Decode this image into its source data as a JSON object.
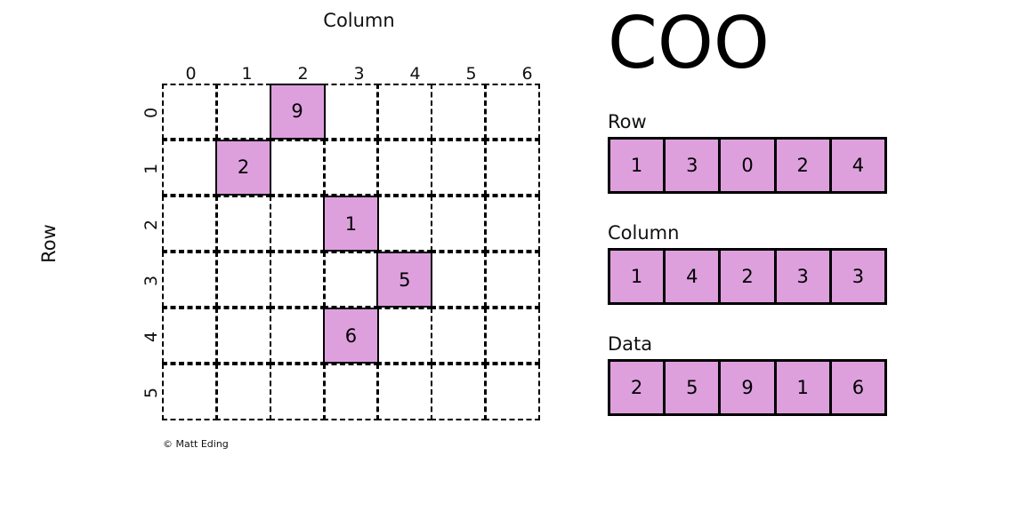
{
  "title": "COO",
  "credit": "© Matt Eding",
  "matrix": {
    "title": "Column",
    "ylabel": "Row",
    "col_ticks": [
      "0",
      "1",
      "2",
      "3",
      "4",
      "5",
      "6"
    ],
    "row_ticks": [
      "0",
      "1",
      "2",
      "3",
      "4",
      "5"
    ],
    "n_rows": 6,
    "n_cols": 7,
    "fill_color": "#dda0dd",
    "line_color": "#000000",
    "cells": [
      {
        "row": 0,
        "col": 2,
        "value": "9"
      },
      {
        "row": 1,
        "col": 1,
        "value": "2"
      },
      {
        "row": 2,
        "col": 3,
        "value": "1"
      },
      {
        "row": 3,
        "col": 4,
        "value": "5"
      },
      {
        "row": 4,
        "col": 3,
        "value": "6"
      }
    ]
  },
  "arrays": [
    {
      "label": "Row",
      "values": [
        "1",
        "3",
        "0",
        "2",
        "4"
      ]
    },
    {
      "label": "Column",
      "values": [
        "1",
        "4",
        "2",
        "3",
        "3"
      ]
    },
    {
      "label": "Data",
      "values": [
        "2",
        "5",
        "9",
        "1",
        "6"
      ]
    }
  ],
  "chart_data": {
    "type": "heatmap",
    "title": "COO",
    "xlabel": "Column",
    "ylabel": "Row",
    "xticklabels": [
      "0",
      "1",
      "2",
      "3",
      "4",
      "5",
      "6"
    ],
    "yticklabels": [
      "0",
      "1",
      "2",
      "3",
      "4",
      "5"
    ],
    "grid": true,
    "legend": "none",
    "shape": [
      6,
      7
    ],
    "nonzero_entries": [
      {
        "row": 0,
        "col": 2,
        "value": 9
      },
      {
        "row": 1,
        "col": 1,
        "value": 2
      },
      {
        "row": 2,
        "col": 3,
        "value": 1
      },
      {
        "row": 3,
        "col": 4,
        "value": 5
      },
      {
        "row": 4,
        "col": 3,
        "value": 6
      }
    ],
    "coo_row": [
      1,
      3,
      0,
      2,
      4
    ],
    "coo_column": [
      1,
      4,
      2,
      3,
      3
    ],
    "coo_data": [
      2,
      5,
      9,
      1,
      6
    ],
    "fill_color": "#dda0dd"
  }
}
